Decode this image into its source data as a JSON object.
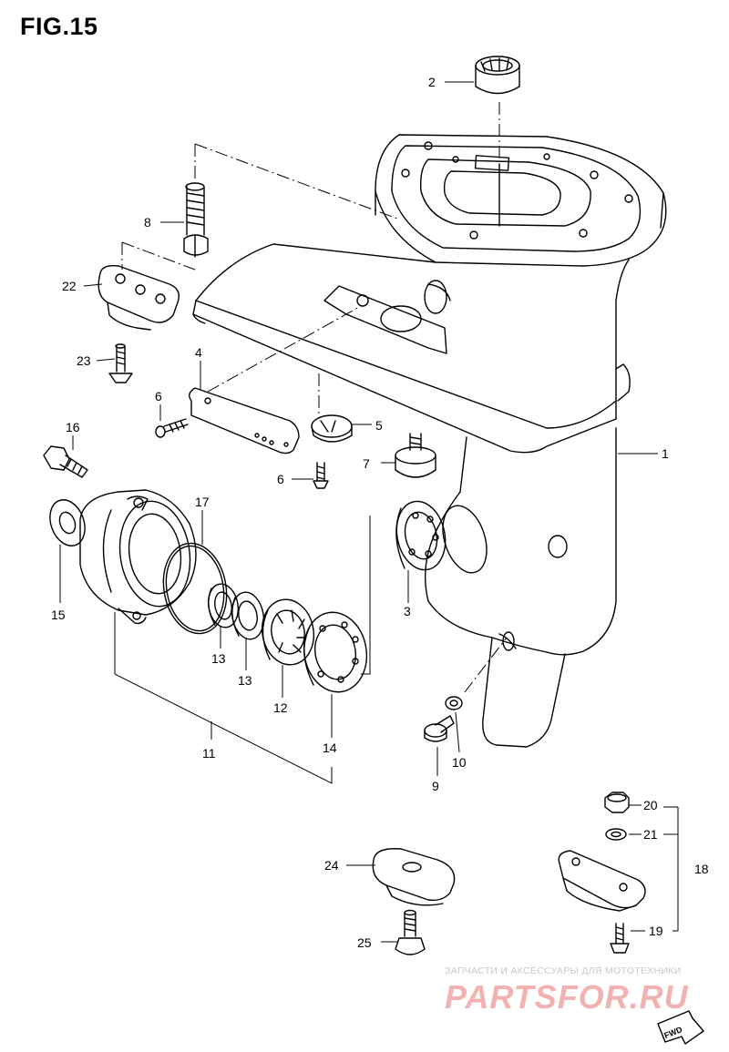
{
  "figure": {
    "title": "FIG.15"
  },
  "callouts": {
    "c1": "1",
    "c2": "2",
    "c3": "3",
    "c4": "4",
    "c5": "5",
    "c6a": "6",
    "c6b": "6",
    "c7": "7",
    "c8": "8",
    "c9": "9",
    "c10": "10",
    "c11": "11",
    "c12": "12",
    "c13a": "13",
    "c13b": "13",
    "c14": "14",
    "c15": "15",
    "c16": "16",
    "c17": "17",
    "c18": "18",
    "c19": "19",
    "c20": "20",
    "c21": "21",
    "c22": "22",
    "c23": "23",
    "c24": "24",
    "c25": "25"
  },
  "watermark": {
    "line1": "ЗАПЧАСТИ И АКСЕССУАРЫ ДЛЯ МОТОТЕХНИКИ",
    "logo": "PARTSFOR.RU"
  },
  "badge": {
    "fwd": "FWD"
  }
}
